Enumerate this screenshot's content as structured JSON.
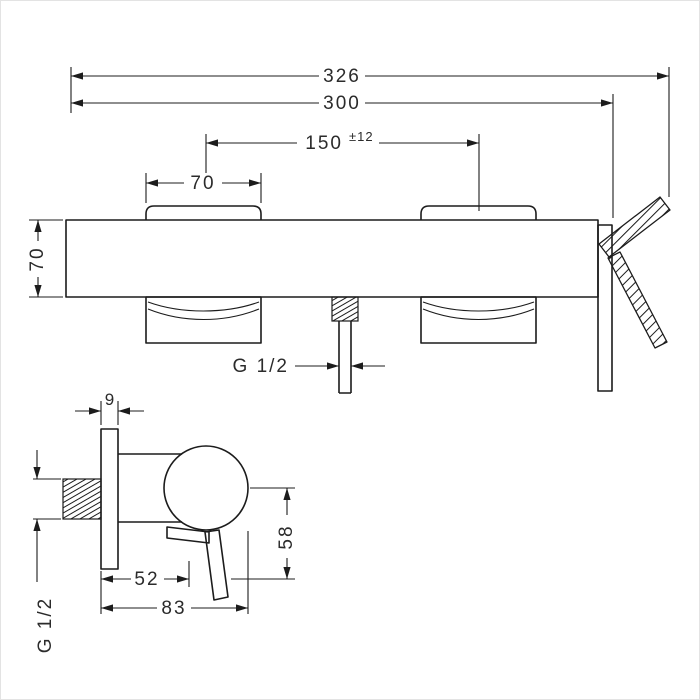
{
  "front_view": {
    "dim_overall_width": "326",
    "dim_body_width": "300",
    "dim_connection_distance": "150",
    "dim_connection_tolerance": "±12",
    "dim_escutcheon_width": "70",
    "dim_body_height": "70",
    "outlet_thread_label": "G 1/2"
  },
  "side_view": {
    "dim_plate_thickness": "9",
    "dim_wall_to_handle": "52",
    "dim_total_depth": "83",
    "dim_handle_drop": "58",
    "inlet_thread_label": "G 1/2"
  },
  "colors": {
    "line": "#1c1c1c",
    "text": "#2b2b2b",
    "background": "#ffffff"
  }
}
